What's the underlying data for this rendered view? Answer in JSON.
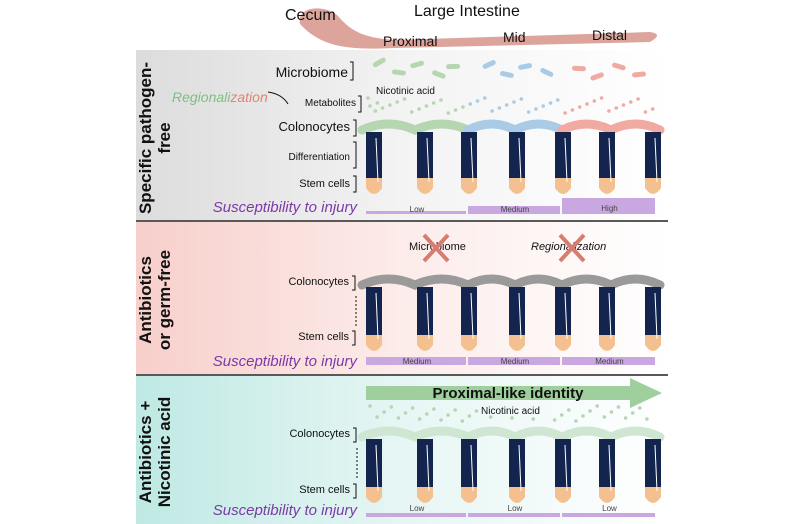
{
  "header": {
    "cecum": "Cecum",
    "large_intestine": "Large Intestine",
    "proximal": "Proximal",
    "mid": "Mid",
    "distal": "Distal"
  },
  "panel1": {
    "side_label": [
      "Specific pathogen-",
      "free"
    ],
    "regional_a": "Regionali",
    "regional_b": "zation",
    "microbiome": "Microbiome",
    "metabolites": "Metabolites",
    "nicotinic": "Nicotinic acid",
    "colonocytes": "Colonocytes",
    "differentiation": "Differentiation",
    "stem": "Stem cells",
    "susceptibility": "Susceptibility to injury",
    "levels": [
      "Low",
      "Medium",
      "High"
    ]
  },
  "panel2": {
    "side_label": [
      "Antibiotics",
      "or germ-free"
    ],
    "microbiome": "Microbiome",
    "regionalization": "Regionalization",
    "colonocytes": "Colonocytes",
    "stem": "Stem cells",
    "susceptibility": "Susceptibility to injury",
    "levels": [
      "Medium",
      "Medium",
      "Medium"
    ]
  },
  "panel3": {
    "side_label": [
      "Antibiotics +",
      "Nicotinic acid"
    ],
    "arrow": "Proximal-like identity",
    "nicotinic": "Nicotinic acid",
    "colonocytes": "Colonocytes",
    "stem": "Stem cells",
    "susceptibility": "Susceptibility to injury",
    "levels": [
      "Low",
      "Low",
      "Low"
    ]
  },
  "colors": {
    "intestine": "#d89a90",
    "proximal_green": "#b5d6b1",
    "mid_blue": "#a9cbe6",
    "distal_pink": "#f0aaa2",
    "gray_layer": "#9a9a9a",
    "pale_green": "#cfe7d2",
    "crypt_navy": "#13254f",
    "stem_peach": "#f4c090",
    "susceptibility_purple": "#7b3aa6",
    "bar_purple": "#c9a7e0",
    "cross_red": "#d77c71",
    "panel1_bg": "#ececec",
    "panel2_bg": "#fbe4e2",
    "panel3_bg": "#d9f1ef"
  }
}
